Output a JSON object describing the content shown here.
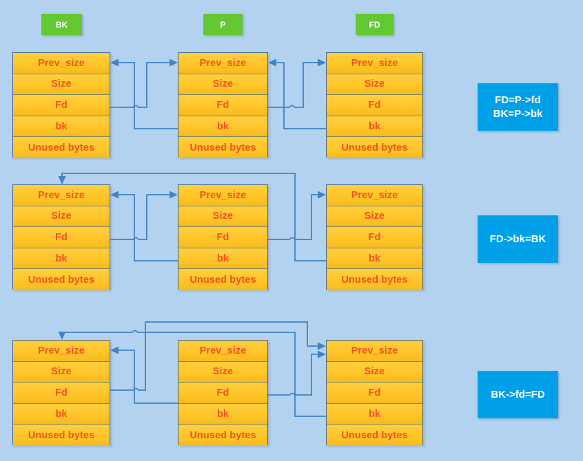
{
  "diagram": {
    "title": "glibc unlink macro chunk pointer rewiring",
    "background_color": "#b3d2ef",
    "chunk_fill_color": "#ffc629",
    "chunk_text_color": "#f4511e",
    "tag_color": "#64c832",
    "callout_color": "#00a0e9",
    "arrow_color": "#3f82c8"
  },
  "tags": [
    {
      "label": "BK",
      "name": "tag-bk"
    },
    {
      "label": "P",
      "name": "tag-p"
    },
    {
      "label": "FD",
      "name": "tag-fd"
    }
  ],
  "chunk_fields": [
    "Prev_size",
    "Size",
    "Fd",
    "bk",
    "Unused bytes"
  ],
  "rows": [
    {
      "id": "row-1",
      "callout_lines": [
        "FD=P->fd",
        "BK=P->bk"
      ],
      "chunks": [
        {
          "role": "BK",
          "fields": [
            "Prev_size",
            "Size",
            "Fd",
            "bk",
            "Unused bytes"
          ]
        },
        {
          "role": "P",
          "fields": [
            "Prev_size",
            "Size",
            "Fd",
            "bk",
            "Unused bytes"
          ]
        },
        {
          "role": "FD",
          "fields": [
            "Prev_size",
            "Size",
            "Fd",
            "bk",
            "Unused bytes"
          ]
        }
      ]
    },
    {
      "id": "row-2",
      "callout_lines": [
        "FD->bk=BK"
      ],
      "chunks": [
        {
          "role": "BK",
          "fields": [
            "Prev_size",
            "Size",
            "Fd",
            "bk",
            "Unused bytes"
          ]
        },
        {
          "role": "P",
          "fields": [
            "Prev_size",
            "Size",
            "Fd",
            "bk",
            "Unused bytes"
          ]
        },
        {
          "role": "FD",
          "fields": [
            "Prev_size",
            "Size",
            "Fd",
            "bk",
            "Unused bytes"
          ]
        }
      ]
    },
    {
      "id": "row-3",
      "callout_lines": [
        "BK->fd=FD"
      ],
      "chunks": [
        {
          "role": "BK",
          "fields": [
            "Prev_size",
            "Size",
            "Fd",
            "bk",
            "Unused bytes"
          ]
        },
        {
          "role": "P",
          "fields": [
            "Prev_size",
            "Size",
            "Fd",
            "bk",
            "Unused bytes"
          ]
        },
        {
          "role": "FD",
          "fields": [
            "Prev_size",
            "Size",
            "Fd",
            "bk",
            "Unused bytes"
          ]
        }
      ]
    }
  ]
}
